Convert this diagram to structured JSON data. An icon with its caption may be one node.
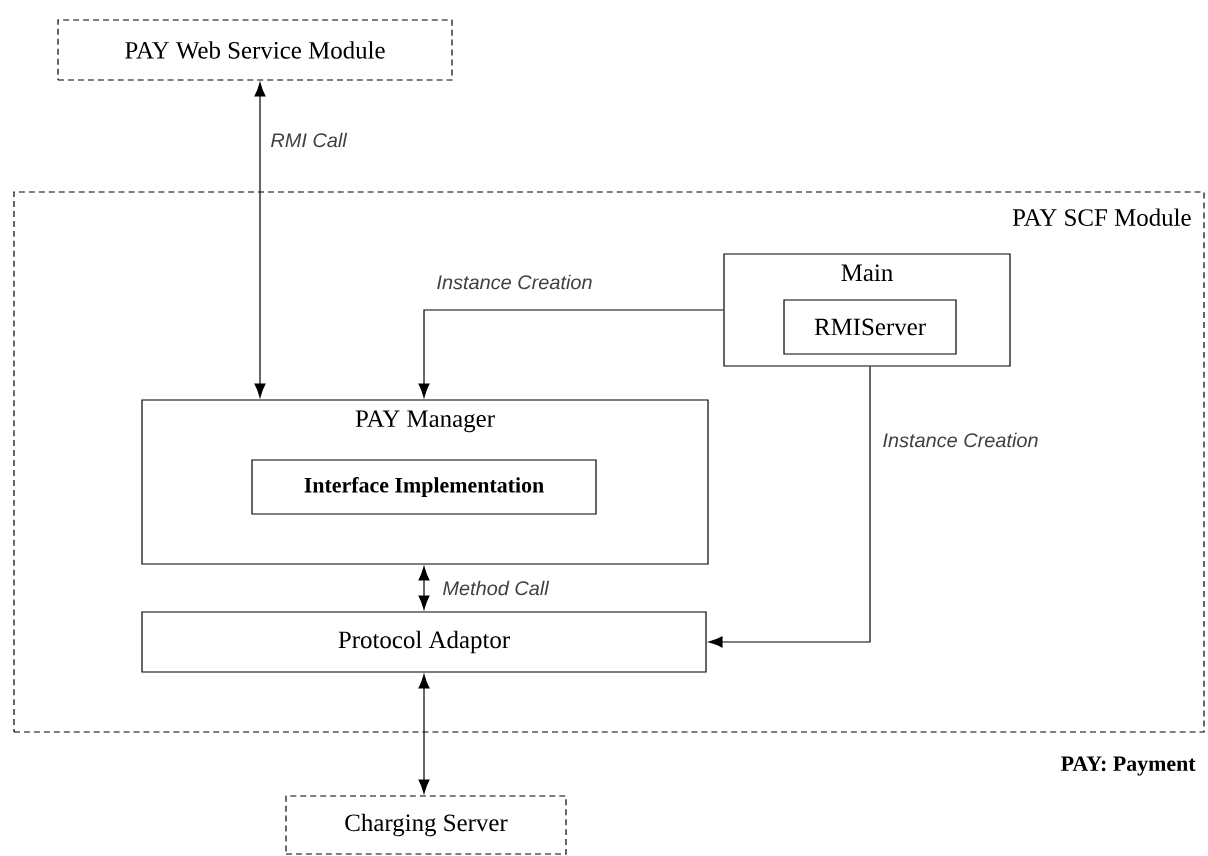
{
  "diagram": {
    "nodes": [
      {
        "text": [
          "PAY Web Service Module"
        ]
      },
      {
        "text": [
          "PAY SCF Module"
        ]
      },
      {
        "text": [
          "Main"
        ],
        "in": 1
      },
      {
        "text": [
          "RMIServer"
        ],
        "in": 2
      },
      {
        "text": [
          "PAY Manager"
        ],
        "in": 1
      },
      {
        "text": [
          "Interface Implementation"
        ],
        "in": 4
      },
      {
        "text": [
          "Protocol Adaptor"
        ],
        "in": 1
      },
      {
        "text": [
          "Charging Server"
        ]
      }
    ],
    "edges": [
      {
        "from": 0,
        "to": 4,
        "arrow": "both",
        "label": "RMI Call"
      },
      {
        "from": 2,
        "to": 4,
        "arrow": "to",
        "label": "Instance Creation"
      },
      {
        "from": 4,
        "to": 6,
        "arrow": "both",
        "label": "Method Call"
      },
      {
        "from": 2,
        "to": 6,
        "arrow": "to",
        "label": "Instance Creation"
      },
      {
        "from": 6,
        "to": 7,
        "arrow": "both"
      }
    ],
    "labels": [
      "PAY: Payment"
    ]
  }
}
